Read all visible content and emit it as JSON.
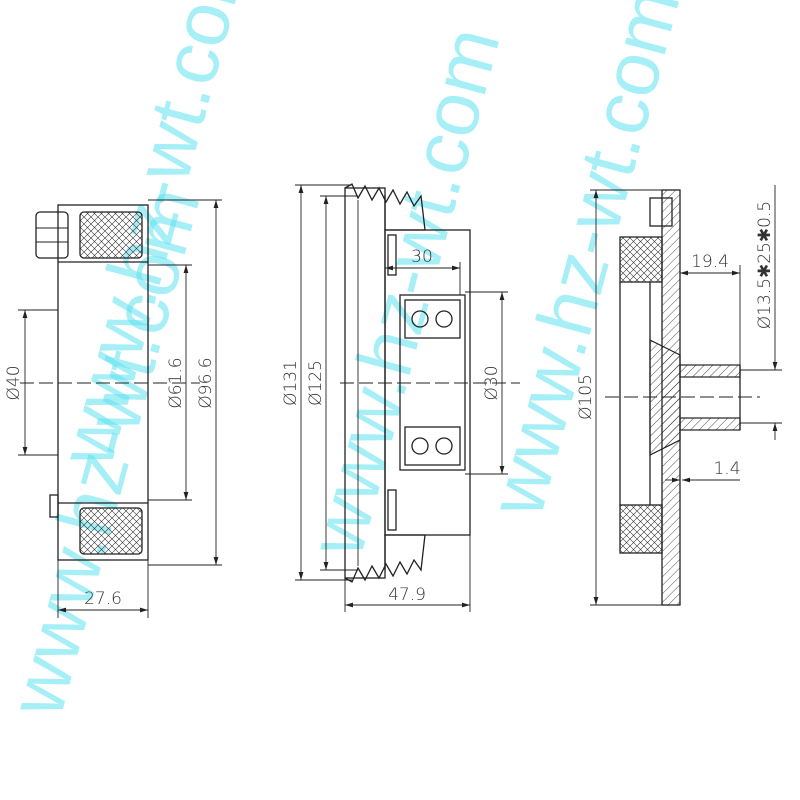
{
  "watermark": "www.hz-wt.com",
  "colors": {
    "line": "#222222",
    "watermark": "#5fe3ef"
  },
  "coil_view": {
    "dia_inner": "Ø40",
    "dia_mid": "Ø61.6",
    "dia_outer": "Ø96.6",
    "width": "27.6"
  },
  "pulley_view": {
    "dia_outer": "Ø131",
    "dia_groove": "Ø125",
    "hub_length": "30",
    "bearing_dia": "Ø30",
    "width": "47.9"
  },
  "hub_view": {
    "dia_plate": "Ø105",
    "hub_length": "19.4",
    "spline": "Ø13.5✱25✱0.5",
    "gap": "1.4"
  }
}
